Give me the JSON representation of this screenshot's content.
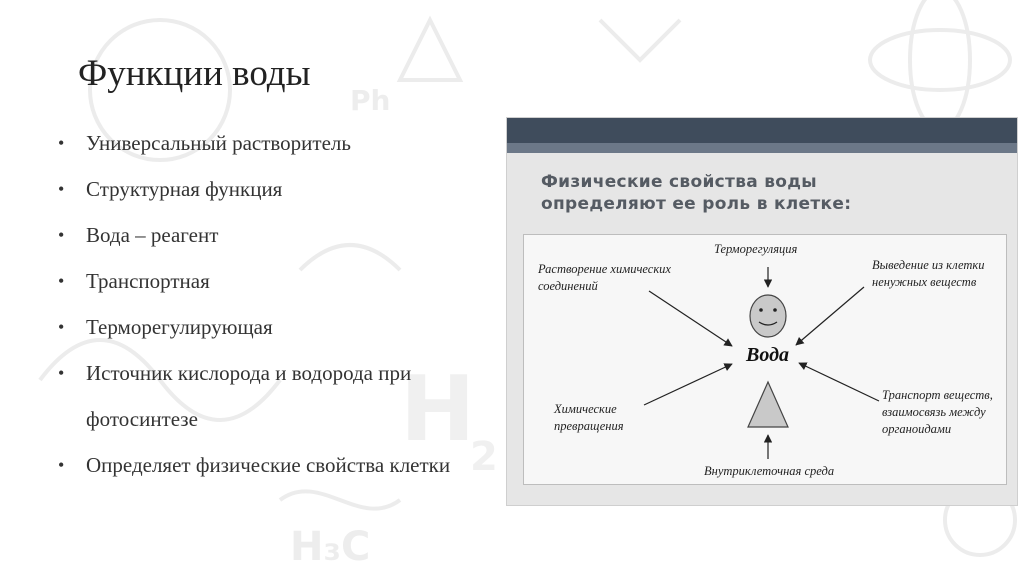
{
  "slide": {
    "title": "Функции воды",
    "bullets": [
      "Универсальный растворитель",
      "Структурная функция",
      "Вода – реагент",
      "Транспортная",
      "Терморегулирующая",
      "Источник  кислорода и водорода при фотосинтезе",
      "Определяет физические свойства клетки"
    ],
    "bullet_glyph": "•"
  },
  "panel": {
    "heading_line1": "Физические свойства воды",
    "heading_line2": "определяют ее роль в клетке:",
    "colors": {
      "topbar": "#3f4c5c",
      "panel_bg": "#e6e6e6"
    }
  },
  "diagram": {
    "center": "Вода",
    "labels": {
      "thermoregulation": "Терморегуляция",
      "dissolving": "Растворение химических соединений",
      "removal": "Выведение из клетки ненужных веществ",
      "chemical": "Химические превращения",
      "transport": "Транспорт веществ, взаимосвязь между органоидами",
      "intracellular": "Внутриклеточная среда"
    }
  }
}
